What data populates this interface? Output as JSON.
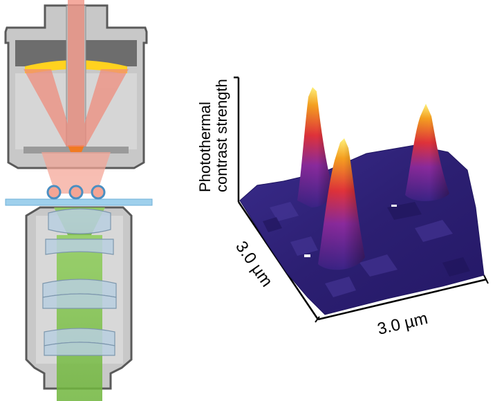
{
  "figure": {
    "ylabel_line1": "Photothermal",
    "ylabel_line2": "contrast strength",
    "depth_axis_label": "3.0 µm",
    "width_axis_label": "3.0 µm"
  },
  "colors": {
    "excitation_beam": "#f08a7a",
    "probe_beam": "#7cc04a",
    "objective_body": "#c8c8c8",
    "objective_dark": "#6d6d6d",
    "coverslip": "#9fd0ec",
    "lens_element": "#b9cfe0",
    "surface_low": "#2e1f7a",
    "surface_mid": "#8a2a9c",
    "surface_high": "#f2a024",
    "surface_peak": "#fff27a"
  },
  "icons": {
    "top_objective": "reflective-objective-icon",
    "bottom_objective": "refractive-objective-icon",
    "sample_particles": "nanoparticle-icon"
  }
}
